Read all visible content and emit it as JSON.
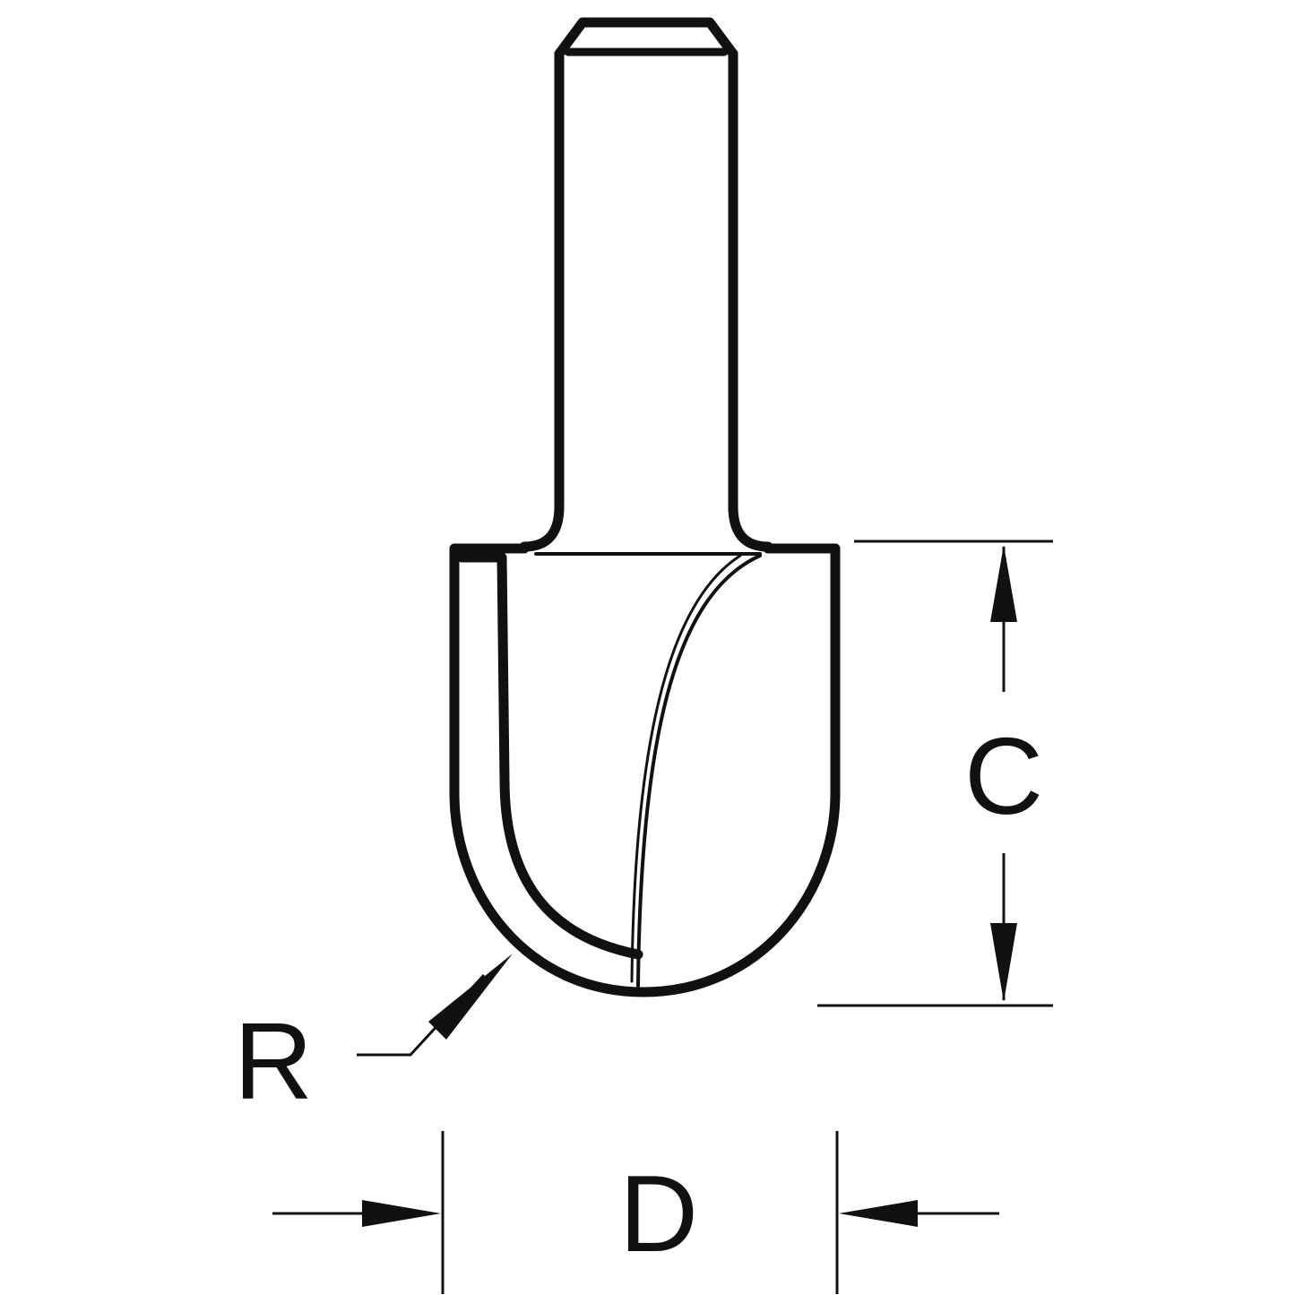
{
  "labels": {
    "radius": "R",
    "cutting_length": "C",
    "diameter": "D"
  },
  "colors": {
    "ink": "#111111",
    "background": "#ffffff"
  }
}
